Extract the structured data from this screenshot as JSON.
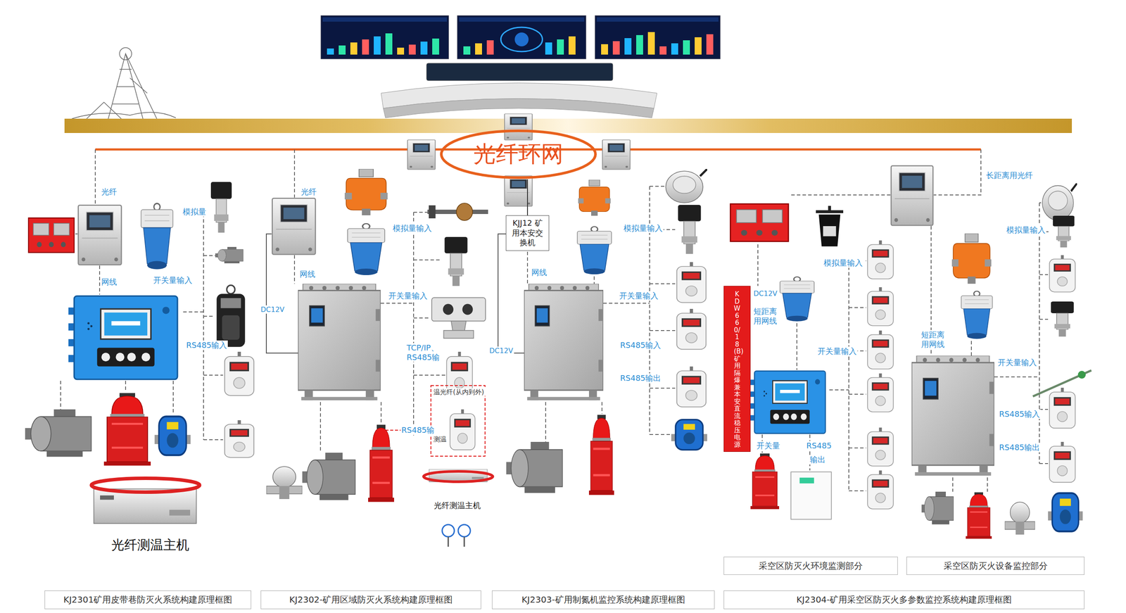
{
  "diagram": {
    "nodes": [
      {
        "text": [
          "光纤环网"
        ]
      },
      {
        "text": [
          "KJJ12 矿用本安交换机"
        ]
      },
      {
        "text": [
          "KDW660/18(B)矿用隔爆兼本安直流稳压电源"
        ]
      },
      {
        "text": [
          "采空区防灭火环境监测部分"
        ]
      },
      {
        "text": [
          "采空区防灭火设备监控部分"
        ]
      },
      {
        "text": [
          "KJ2301矿用皮带巷防灭火系统构建原理框图"
        ]
      },
      {
        "text": [
          "KJ2302-矿用区域防灭火系统构建原理框图"
        ]
      },
      {
        "text": [
          "KJ2303-矿用制氮机监控系统构建原理框图"
        ]
      },
      {
        "text": [
          "KJ2304-矿用采空区防灭火多参数监控系统构建原理框图"
        ]
      }
    ],
    "edges": [
      {
        "from": 0,
        "to": 1,
        "arrow": "none"
      }
    ],
    "labels": [
      "光纤",
      "网线",
      "模拟量",
      "开关量输入",
      "RS485输入",
      "光纤测温主机",
      "光纤",
      "DC12V",
      "网线",
      "模拟量输入",
      "开关量输入",
      "TCP/IP、RS485输",
      "温光纤(从内到外)",
      "测温",
      "RS485输",
      "光纤测温主机",
      "DC12V",
      "网线",
      "模拟量输入",
      "开关量输入",
      "RS485输入",
      "RS485输出",
      "长距离用光纤",
      "DC12V",
      "短距离用网线",
      "模拟量输入",
      "开关量输入",
      "开关量",
      "RS485",
      "输出",
      "模拟量输入",
      "短距离用网线",
      "开关量输入",
      "RS485输入",
      "RS485输出"
    ]
  }
}
